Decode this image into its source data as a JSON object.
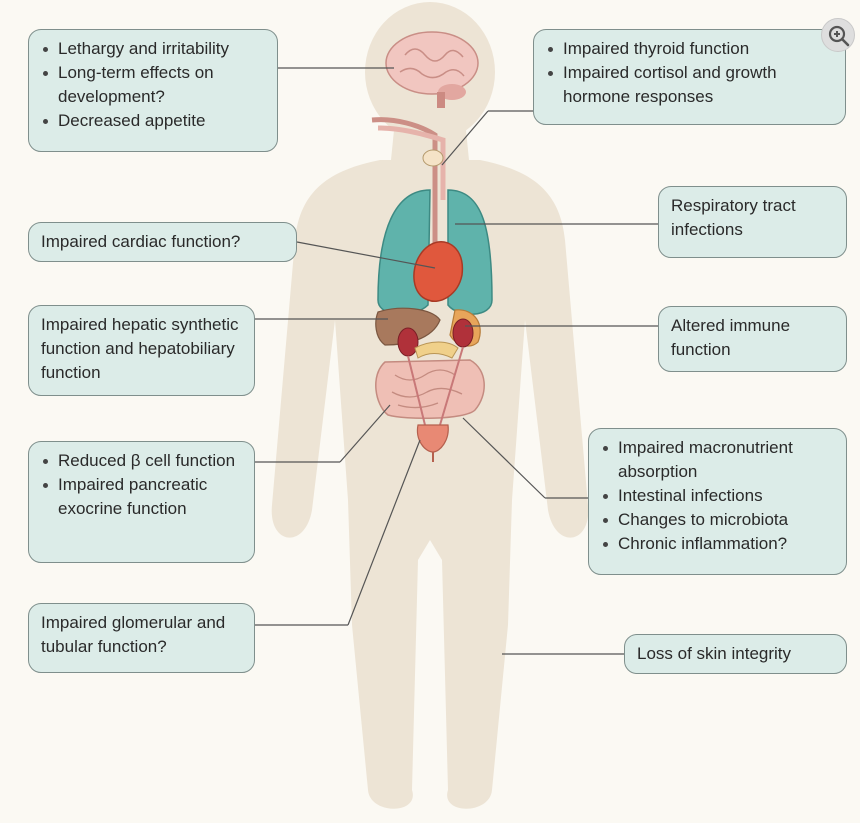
{
  "callouts": {
    "brain": {
      "items": [
        "Lethargy and irritability",
        "Long-term effects on development?",
        "Decreased appetite"
      ]
    },
    "thyroid": {
      "items": [
        "Impaired thyroid function",
        "Impaired cortisol and growth hormone responses"
      ]
    },
    "respiratory": {
      "text": "Respiratory tract infections"
    },
    "cardiac": {
      "text": "Impaired cardiac function?"
    },
    "hepatic": {
      "text": "Impaired hepatic synthetic function and hepatobiliary function"
    },
    "immune": {
      "text": "Altered immune function"
    },
    "pancreas": {
      "items": [
        "Reduced β cell function",
        "Impaired pancreatic exocrine function"
      ]
    },
    "intestine": {
      "items": [
        "Impaired macronutrient absorption",
        "Intestinal infections",
        "Changes to microbiota",
        "Chronic inflammation?"
      ]
    },
    "kidney": {
      "text": "Impaired glomerular and tubular function?"
    },
    "skin": {
      "text": "Loss of skin integrity"
    }
  },
  "colors": {
    "background": "#fbf9f3",
    "body_silhouette": "#ede4d5",
    "callout_fill": "#dcece8",
    "callout_border": "#7f8f8c",
    "lungs": "#5fb3ab",
    "heart": "#e0583d",
    "liver": "#a8795d",
    "kidneys": "#b0313a",
    "intestines": "#efbfb5",
    "brain": "#f1c6c0",
    "leader_lines": "#555555"
  },
  "toolbar": {
    "zoom_icon": "zoom-in-icon"
  }
}
